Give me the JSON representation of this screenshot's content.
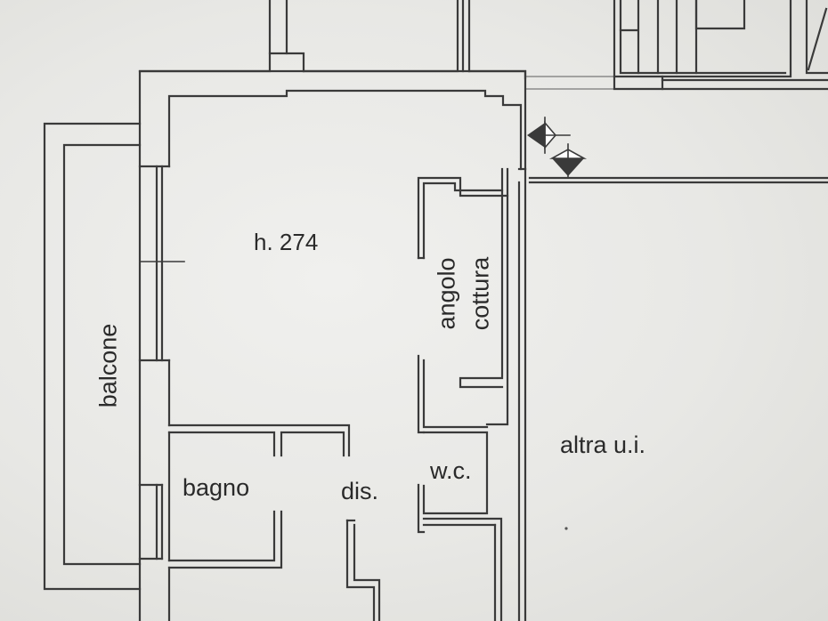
{
  "plan": {
    "labels": {
      "height": "h. 274",
      "balcony": "balcone",
      "kitchen_line1": "angolo",
      "kitchen_line2": "cottura",
      "bathroom": "bagno",
      "hallway": "dis.",
      "wc": "w.c.",
      "other_unit": "altra u.i."
    },
    "colors": {
      "paper": "#ecece9",
      "lines": "#3a3a3a",
      "faint_lines": "#9a9a9a"
    },
    "icons": {
      "section_marker": "section-arrow-icon"
    }
  }
}
